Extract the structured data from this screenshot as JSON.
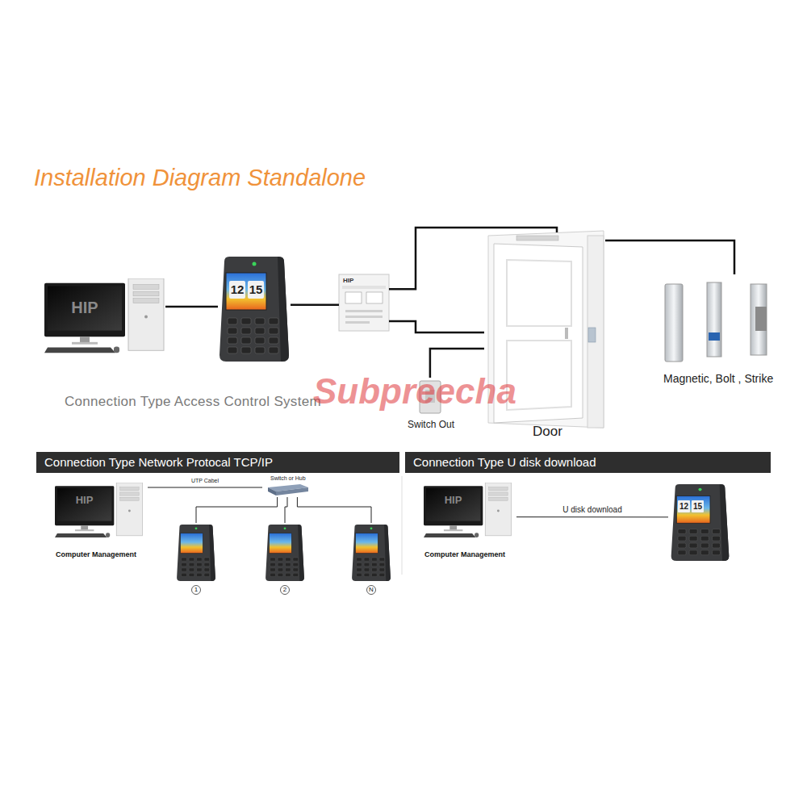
{
  "diagram": {
    "title": "Installation Diagram Standalone",
    "nodes": [
      {
        "text": [
          "HIP"
        ]
      },
      {
        "text": [
          "12",
          "15"
        ]
      },
      {
        "text": [
          "HIP"
        ]
      },
      {
        "text": [
          "Door"
        ]
      },
      {
        "text": [
          "Switch Out"
        ]
      },
      {
        "text": [
          "Magnetic, Bolt , Strike"
        ]
      },
      {
        "text": [
          "Connection Type Network Protocal TCP/IP"
        ]
      },
      {
        "text": [
          "HIP",
          "Computer Management"
        ]
      },
      {
        "text": [
          "Switch or Hub"
        ]
      },
      {
        "text": [
          "1"
        ]
      },
      {
        "text": [
          "2"
        ]
      },
      {
        "text": [
          "N"
        ]
      },
      {
        "text": [
          "Connection Type U disk download"
        ]
      },
      {
        "text": [
          "HIP",
          "Computer Management"
        ]
      },
      {
        "text": [
          "12",
          "15"
        ]
      }
    ],
    "edges": [
      {
        "from": 0,
        "to": 1,
        "arrow": "none"
      },
      {
        "from": 1,
        "to": 2,
        "arrow": "none"
      },
      {
        "from": 2,
        "to": 3,
        "arrow": "none"
      },
      {
        "from": 2,
        "to": 3,
        "arrow": "none"
      },
      {
        "from": 4,
        "to": 3,
        "arrow": "none"
      },
      {
        "from": 3,
        "to": 5,
        "arrow": "none"
      },
      {
        "from": 7,
        "to": 8,
        "label": "UTP Cabel",
        "arrow": "none"
      },
      {
        "from": 8,
        "to": 9,
        "arrow": "none"
      },
      {
        "from": 8,
        "to": 10,
        "arrow": "none"
      },
      {
        "from": 8,
        "to": 11,
        "arrow": "none"
      },
      {
        "from": 13,
        "to": 14,
        "label": "U disk download",
        "arrow": "none"
      }
    ],
    "labels": [
      "Connection Type Access Control System",
      "Subpreecha"
    ]
  }
}
